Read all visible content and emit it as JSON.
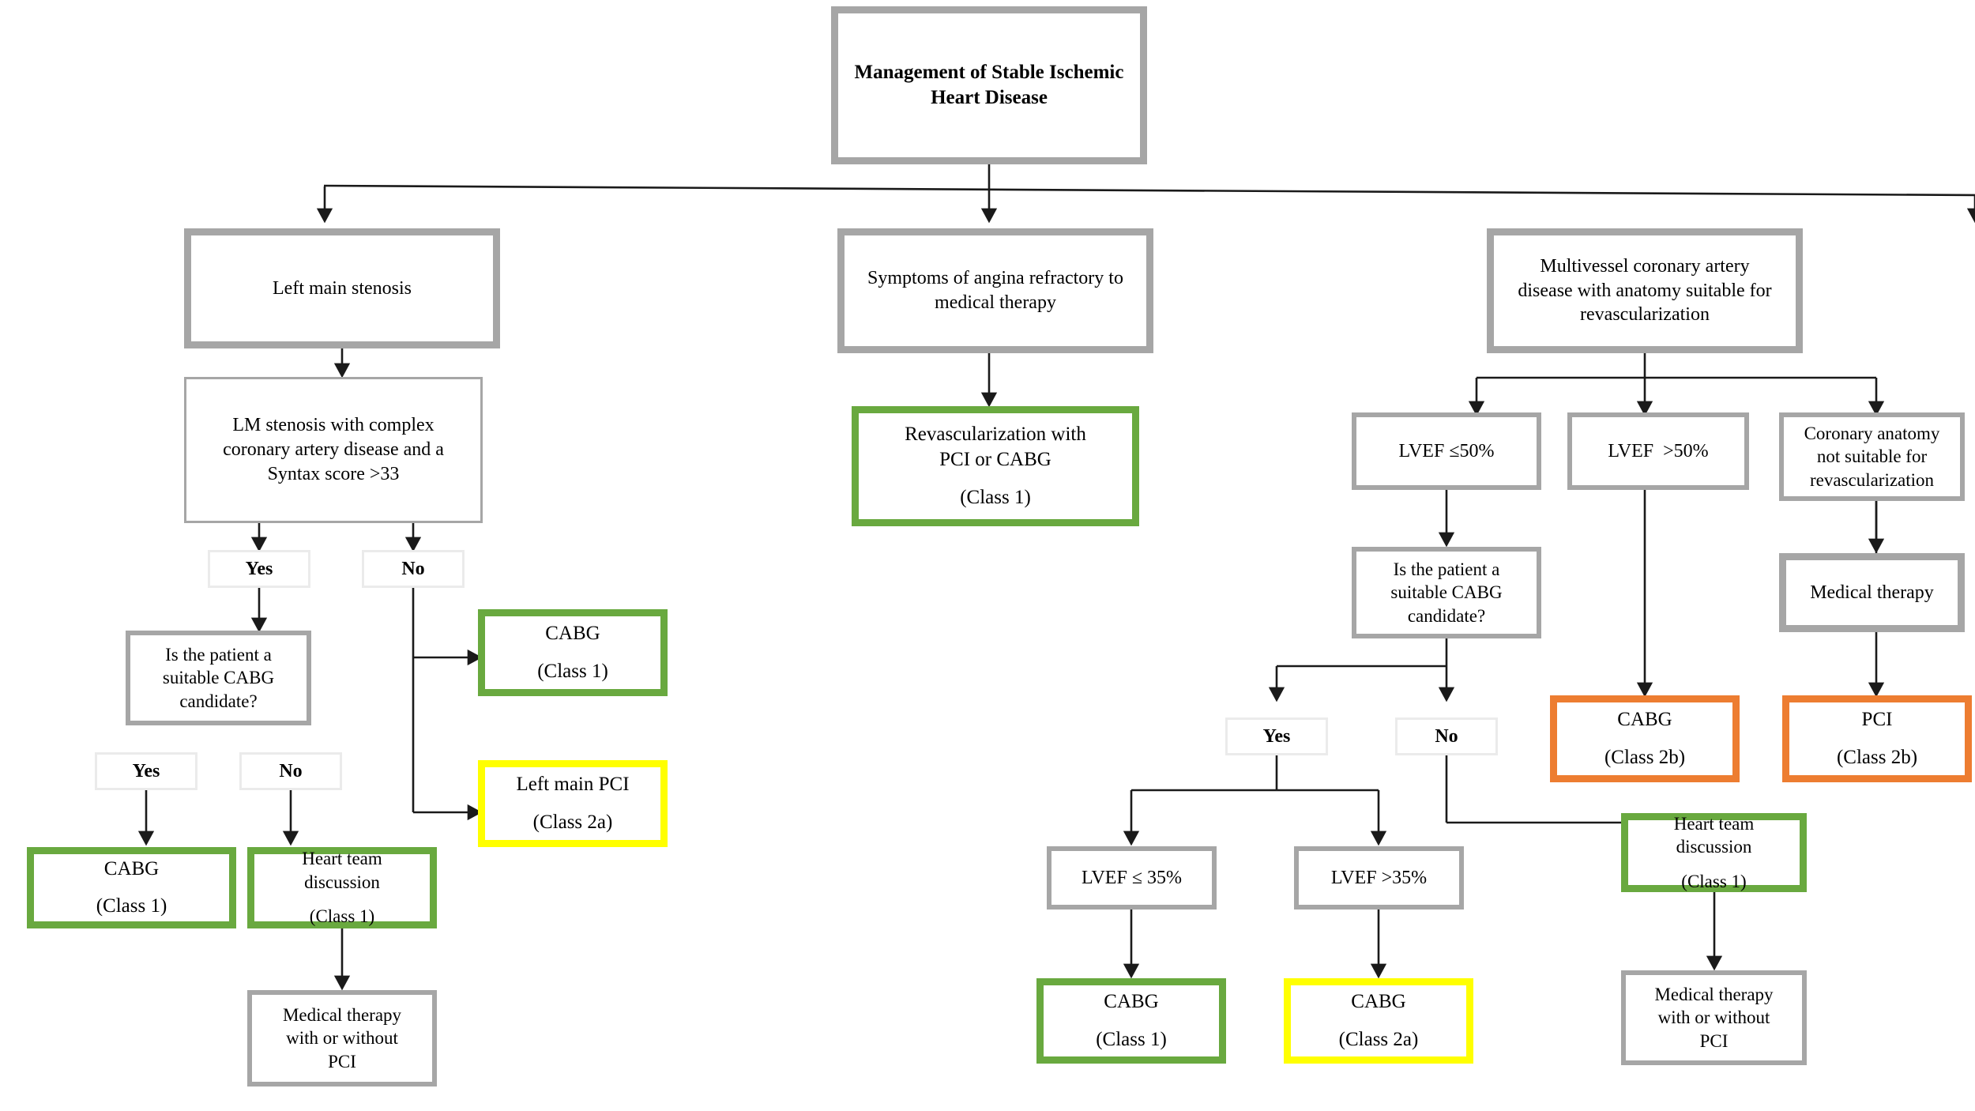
{
  "diagram": {
    "title": "Management of Stable Ischemic Heart Disease",
    "colors": {
      "class1_green": "#69a93f",
      "class2a_yellow": "#ffff00",
      "class2b_orange": "#ed7d31",
      "neutral_gray": "#a6a6a6",
      "faint_gray": "#ebebeb",
      "connector_black": "#1a1a1a"
    },
    "nodes": {
      "root": {
        "line1": "Management of Stable Ischemic",
        "line2": "Heart Disease"
      },
      "left_main_stenosis": {
        "line1": "Left main stenosis"
      },
      "lm_complex": {
        "line1": "LM stenosis with complex",
        "line2": "coronary artery disease and a",
        "line3": "Syntax score >33"
      },
      "lm_yes": {
        "line1": "Yes"
      },
      "lm_no": {
        "line1": "No"
      },
      "lm_cabg_candidate": {
        "line1": "Is the patient a",
        "line2": "suitable CABG",
        "line3": "candidate?"
      },
      "lm_cand_yes": {
        "line1": "Yes"
      },
      "lm_cand_no": {
        "line1": "No"
      },
      "lm_cabg_class1": {
        "line1": "CABG",
        "line2": "(Class 1)"
      },
      "lm_heart_team": {
        "line1": "Heart team",
        "line2": "discussion",
        "line3": "(Class 1)"
      },
      "lm_med_therapy_pci": {
        "line1": "Medical therapy",
        "line2": "with or without",
        "line3": "PCI"
      },
      "lm_no_cabg_class1": {
        "line1": "CABG",
        "line2": "(Class 1)"
      },
      "lm_no_pci_class2a": {
        "line1": "Left main PCI",
        "line2": "(Class 2a)"
      },
      "angina_refractory": {
        "line1": "Symptoms of angina refractory to",
        "line2": "medical therapy"
      },
      "revasc_pci_cabg": {
        "line1": "Revascularization with",
        "line2": "PCI or CABG",
        "line3": "(Class 1)"
      },
      "multivessel": {
        "line1": "Multivessel coronary artery",
        "line2": "disease with anatomy suitable for",
        "line3": "revascularization"
      },
      "lvef_le50": {
        "line1": "LVEF ≤50%"
      },
      "lvef_gt50": {
        "line1": "LVEF  >50%"
      },
      "anatomy_not_suitable": {
        "line1": "Coronary anatomy",
        "line2": "not suitable for",
        "line3": "revascularization"
      },
      "mv_medical_therapy": {
        "line1": "Medical therapy"
      },
      "mv_cabg_candidate": {
        "line1": "Is the patient a",
        "line2": "suitable CABG",
        "line3": "candidate?"
      },
      "mv_cand_yes": {
        "line1": "Yes"
      },
      "mv_cand_no": {
        "line1": "No"
      },
      "lvef_le35": {
        "line1": "LVEF ≤ 35%"
      },
      "lvef_gt35": {
        "line1": "LVEF >35%"
      },
      "mv_cabg_class1": {
        "line1": "CABG",
        "line2": "(Class 1)"
      },
      "mv_cabg_class2a": {
        "line1": "CABG",
        "line2": "(Class 2a)"
      },
      "mv_cabg_class2b": {
        "line1": "CABG",
        "line2": "(Class 2b)"
      },
      "mv_pci_class2b": {
        "line1": "PCI",
        "line2": "(Class 2b)"
      },
      "mv_heart_team": {
        "line1": "Heart team",
        "line2": "discussion",
        "line3": "(Class 1)"
      },
      "mv_med_therapy_pci": {
        "line1": "Medical therapy",
        "line2": "with or without",
        "line3": "PCI"
      }
    }
  }
}
